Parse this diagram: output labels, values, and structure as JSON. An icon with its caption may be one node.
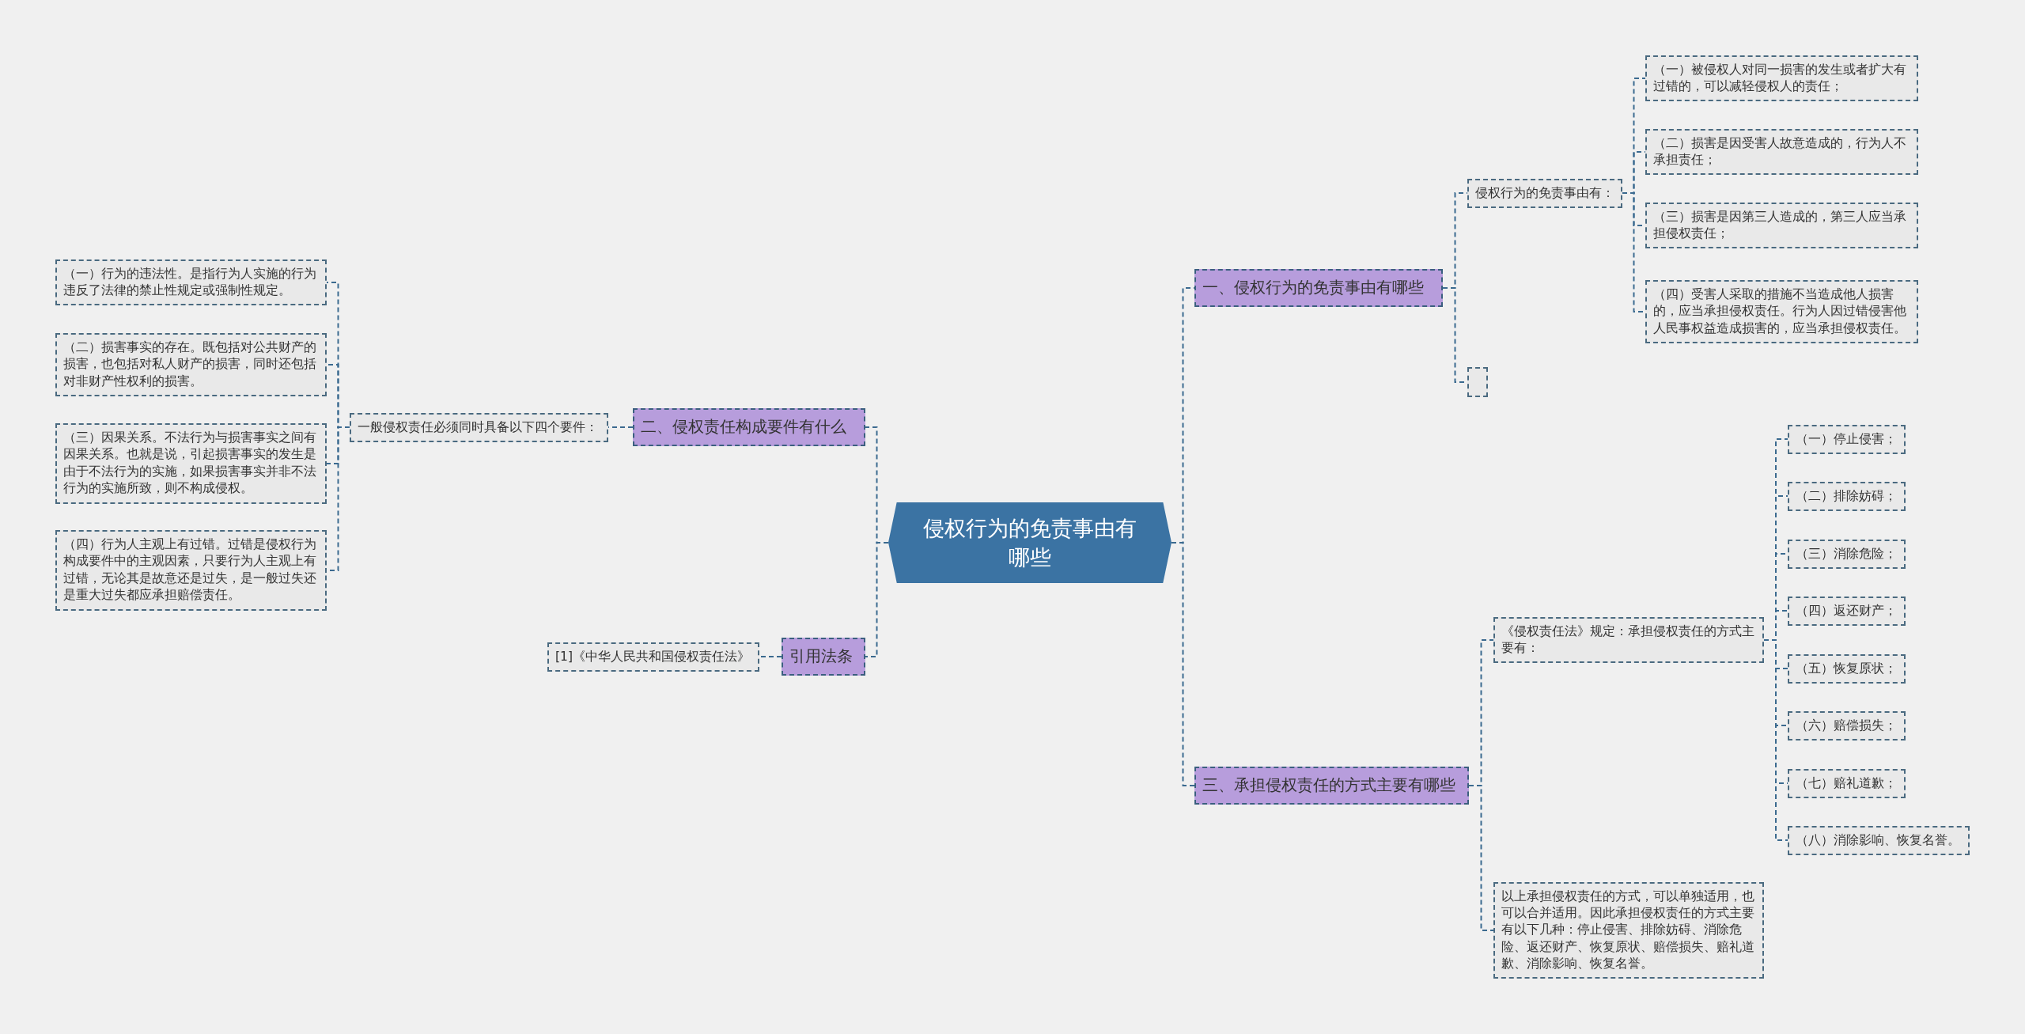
{
  "diagram": {
    "nodes": [
      {
        "text": [
          "侵权行为的免责事由有哪些"
        ]
      },
      {
        "text": [
          "二、侵权责任构成要件有什么"
        ]
      },
      {
        "text": [
          "一般侵权责任必须同时具备以下四个要件："
        ]
      },
      {
        "text": [
          "（一）行为的违法性。是指行为人实施的行为违反了法律的禁止性规定或强制性规定。"
        ]
      },
      {
        "text": [
          "（二）损害事实的存在。既包括对公共财产的损害，也包括对私人财产的损害，同时还包括对非财产性权利的损害。"
        ]
      },
      {
        "text": [
          "（三）因果关系。不法行为与损害事实之间有因果关系。也就是说，引起损害事实的发生是由于不法行为的实施，如果损害事实并非不法行为的实施所致，则不构成侵权。"
        ]
      },
      {
        "text": [
          "（四）行为人主观上有过错。过错是侵权行为构成要件中的主观因素，只要行为人主观上有过错，无论其是故意还是过失，是一般过失还是重大过失都应承担赔偿责任。"
        ]
      },
      {
        "text": [
          "引用法条"
        ]
      },
      {
        "text": [
          "[1]《中华人民共和国侵权责任法》"
        ]
      },
      {
        "text": [
          "一、侵权行为的免责事由有哪些"
        ]
      },
      {
        "text": [
          "侵权行为的免责事由有："
        ]
      },
      {
        "text": [
          "（一）被侵权人对同一损害的发生或者扩大有过错的，可以减轻侵权人的责任；"
        ]
      },
      {
        "text": [
          "（二）损害是因受害人故意造成的，行为人不承担责任；"
        ]
      },
      {
        "text": [
          "（三）损害是因第三人造成的，第三人应当承担侵权责任；"
        ]
      },
      {
        "text": [
          "（四）受害人采取的措施不当造成他人损害的，应当承担侵权责任。行为人因过错侵害他人民事权益造成损害的，应当承担侵权责任。"
        ]
      },
      {
        "text": [],
        "shape": "box"
      },
      {
        "text": [
          "三、承担侵权责任的方式主要有哪些"
        ]
      },
      {
        "text": [
          "《侵权责任法》规定：承担侵权责任的方式主要有："
        ]
      },
      {
        "text": [
          "（一）停止侵害；"
        ]
      },
      {
        "text": [
          "（二）排除妨碍；"
        ]
      },
      {
        "text": [
          "（三）消除危险；"
        ]
      },
      {
        "text": [
          "（四）返还财产；"
        ]
      },
      {
        "text": [
          "（五）恢复原状；"
        ]
      },
      {
        "text": [
          "（六）赔偿损失；"
        ]
      },
      {
        "text": [
          "（七）赔礼道歉；"
        ]
      },
      {
        "text": [
          "（八）消除影响、恢复名誉。"
        ]
      },
      {
        "text": [
          "以上承担侵权责任的方式，可以单独适用，也可以合并适用。因此承担侵权责任的方式主要有以下几种：停止侵害、排除妨碍、消除危险、返还财产、恢复原状、赔偿损失、赔礼道歉、消除影响、恢复名誉。"
        ]
      }
    ],
    "edges": [
      {
        "from": 0,
        "to": 1,
        "arrow": "none"
      },
      {
        "from": 1,
        "to": 2,
        "arrow": "none"
      },
      {
        "from": 2,
        "to": 3,
        "arrow": "none"
      },
      {
        "from": 2,
        "to": 4,
        "arrow": "none"
      },
      {
        "from": 2,
        "to": 5,
        "arrow": "none"
      },
      {
        "from": 2,
        "to": 6,
        "arrow": "none"
      },
      {
        "from": 0,
        "to": 7,
        "arrow": "none"
      },
      {
        "from": 7,
        "to": 8,
        "arrow": "none"
      },
      {
        "from": 0,
        "to": 9,
        "arrow": "none"
      },
      {
        "from": 9,
        "to": 10,
        "arrow": "none"
      },
      {
        "from": 10,
        "to": 11,
        "arrow": "none"
      },
      {
        "from": 10,
        "to": 12,
        "arrow": "none"
      },
      {
        "from": 10,
        "to": 13,
        "arrow": "none"
      },
      {
        "from": 10,
        "to": 14,
        "arrow": "none"
      },
      {
        "from": 9,
        "to": 15,
        "arrow": "none"
      },
      {
        "from": 0,
        "to": 16,
        "arrow": "none"
      },
      {
        "from": 16,
        "to": 17,
        "arrow": "none"
      },
      {
        "from": 17,
        "to": 18,
        "arrow": "none"
      },
      {
        "from": 17,
        "to": 19,
        "arrow": "none"
      },
      {
        "from": 17,
        "to": 20,
        "arrow": "none"
      },
      {
        "from": 17,
        "to": 21,
        "arrow": "none"
      },
      {
        "from": 17,
        "to": 22,
        "arrow": "none"
      },
      {
        "from": 17,
        "to": 23,
        "arrow": "none"
      },
      {
        "from": 17,
        "to": 24,
        "arrow": "none"
      },
      {
        "from": 17,
        "to": 25,
        "arrow": "none"
      },
      {
        "from": 16,
        "to": 26,
        "arrow": "none"
      }
    ]
  }
}
